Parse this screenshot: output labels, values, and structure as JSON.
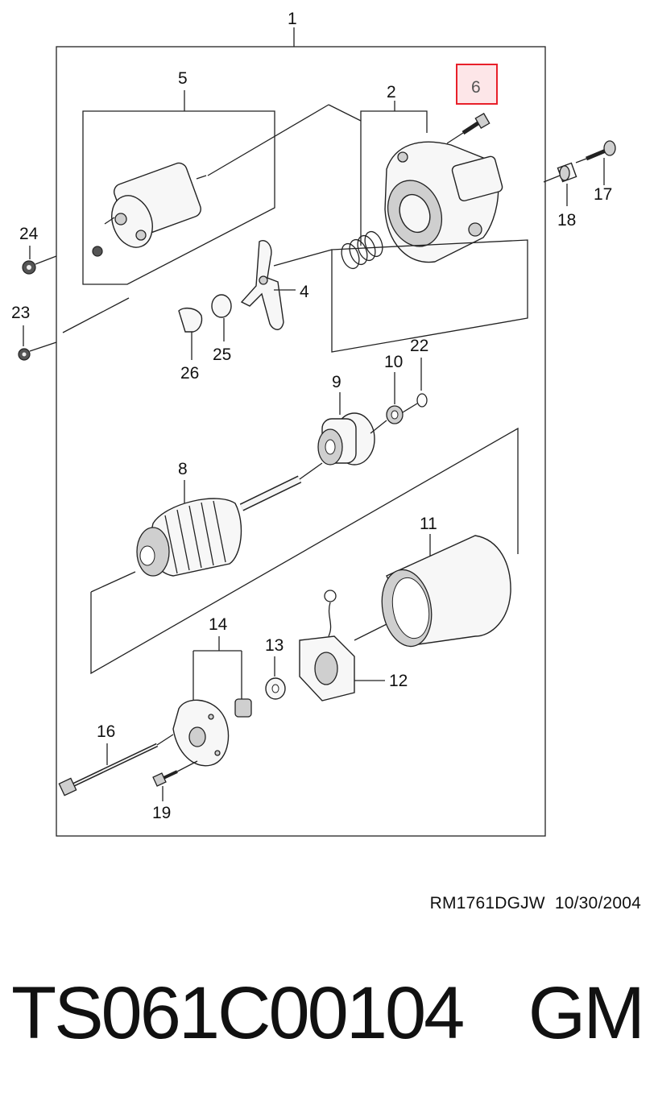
{
  "diagram": {
    "callouts": [
      "1",
      "2",
      "4",
      "5",
      "6",
      "8",
      "9",
      "10",
      "11",
      "12",
      "13",
      "14",
      "16",
      "17",
      "18",
      "19",
      "22",
      "23",
      "24",
      "25",
      "26"
    ],
    "highlighted_callout": "6",
    "highlight_color": "#e8202a",
    "highlight_fill": "#fde6e8"
  },
  "footer": {
    "reference_code": "RM1761DGJW  10/30/2004",
    "part_number": "TS061C00104",
    "brand": "GM"
  }
}
